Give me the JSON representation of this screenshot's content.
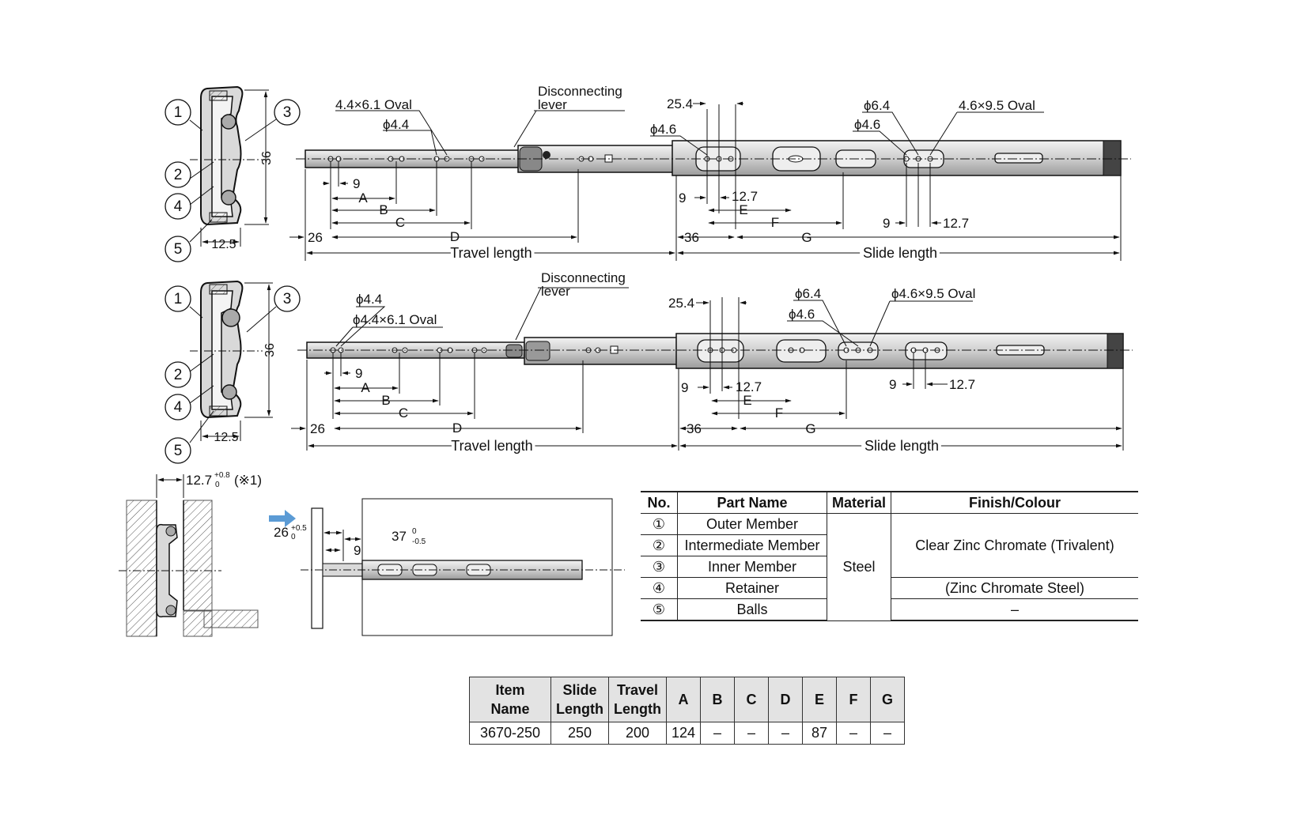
{
  "top_drawing": {
    "labels": {
      "oval_small": "4.4×6.1 Oval",
      "dia_44": "ϕ4.4",
      "disconnecting_1": "Disconnecting",
      "disconnecting_2": "lever",
      "dim_254": "25.4",
      "dia_46_left": "ϕ4.6",
      "dia_64": "ϕ6.4",
      "dia_46_right": "ϕ4.6",
      "oval_large": "4.6×9.5 Oval",
      "dim_9_left": "9",
      "A": "A",
      "B": "B",
      "C": "C",
      "D": "D",
      "dim_9_mid": "9",
      "dim_127_mid": "12.7",
      "E": "E",
      "F": "F",
      "G": "G",
      "dim_9_right": "9",
      "dim_127_right": "12.7",
      "dim_26": "26",
      "dim_36": "36",
      "travel_length": "Travel length",
      "slide_length": "Slide length"
    },
    "section": {
      "height": "36",
      "width": "12.5",
      "callouts": [
        "1",
        "2",
        "3",
        "4",
        "5"
      ]
    }
  },
  "bottom_drawing": {
    "labels": {
      "dia_44": "ϕ4.4",
      "oval_small": "ϕ4.4×6.1 Oval",
      "disconnecting_1": "Disconnecting",
      "disconnecting_2": "lever",
      "dim_254": "25.4",
      "dia_64": "ϕ6.4",
      "dia_46": "ϕ4.6",
      "oval_large": "ϕ4.6×9.5 Oval",
      "dim_9_left": "9",
      "A": "A",
      "B": "B",
      "C": "C",
      "D": "D",
      "dim_9_mid": "9",
      "dim_127_mid": "12.7",
      "E": "E",
      "F": "F",
      "G": "G",
      "dim_9_right": "9",
      "dim_127_right": "12.7",
      "dim_26": "26",
      "dim_36": "36",
      "travel_length": "Travel length",
      "slide_length": "Slide length"
    },
    "section": {
      "height": "36",
      "width": "12.5",
      "callouts": [
        "1",
        "2",
        "3",
        "4",
        "5"
      ]
    }
  },
  "install_detail": {
    "clearance": "12.7",
    "clearance_tol_upper": "+0.8",
    "clearance_tol_lower": "0",
    "clearance_note": "(※1)",
    "setback": "26",
    "setback_tol_upper": "+0.5",
    "setback_tol_lower": "0",
    "dim_37": "37",
    "dim_37_tol_upper": "0",
    "dim_37_tol_lower": "-0.5",
    "dim_9": "9"
  },
  "parts_table": {
    "headers": [
      "No.",
      "Part Name",
      "Material",
      "Finish/Colour"
    ],
    "rows": [
      {
        "no": "①",
        "name": "Outer Member"
      },
      {
        "no": "②",
        "name": "Intermediate Member"
      },
      {
        "no": "③",
        "name": "Inner Member"
      },
      {
        "no": "④",
        "name": "Retainer"
      },
      {
        "no": "⑤",
        "name": "Balls"
      }
    ],
    "material": "Steel",
    "finish_main": "Clear Zinc Chromate (Trivalent)",
    "finish_retainer": "(Zinc Chromate Steel)",
    "finish_balls": "–"
  },
  "spec_table": {
    "headers": {
      "item_name": "Item Name",
      "slide_1": "Slide",
      "slide_2": "Length",
      "travel_1": "Travel",
      "travel_2": "Length",
      "A": "A",
      "B": "B",
      "C": "C",
      "D": "D",
      "E": "E",
      "F": "F",
      "G": "G"
    },
    "row": {
      "item": "3670-250",
      "slide": "250",
      "travel": "200",
      "A": "124",
      "B": "–",
      "C": "–",
      "D": "–",
      "E": "87",
      "F": "–",
      "G": "–"
    }
  },
  "colors": {
    "line": "#111111",
    "arrow": "#5b9bd5",
    "fill": "#dcdcdc",
    "hatch": "#555555"
  }
}
